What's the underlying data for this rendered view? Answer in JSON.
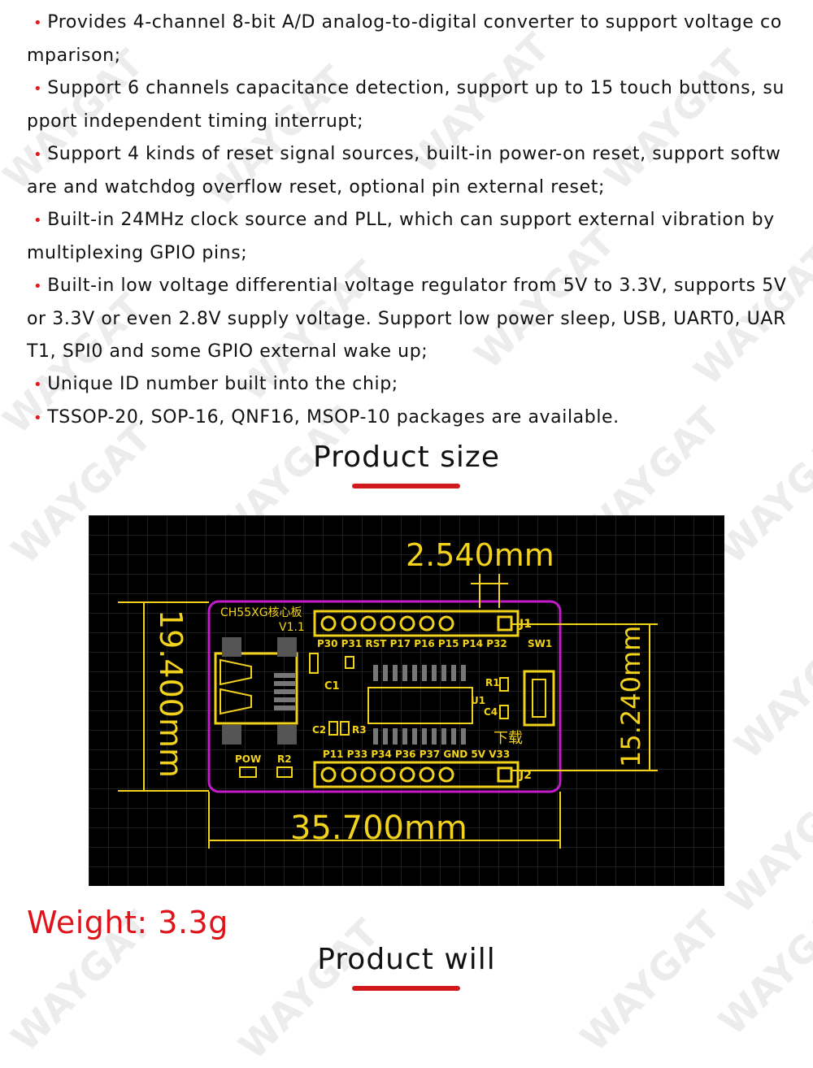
{
  "features": [
    "Provides 4-channel 8-bit A/D analog-to-digital converter to support voltage comparison;",
    "Support 6 channels capacitance detection, support up to 15 touch buttons, support independent timing interrupt;",
    "Support 4 kinds of reset signal sources, built-in power-on reset, support software and watchdog overflow reset, optional pin external reset;",
    "Built-in 24MHz clock source and PLL, which can support external vibration by multiplexing GPIO pins;",
    "Built-in low voltage differential voltage regulator from 5V to 3.3V, supports 5V or 3.3V or even 2.8V supply voltage. Support low power sleep, USB, UART0, UART1, SPI0 and some GPIO external wake up;",
    "Unique ID number built into the chip;",
    "TSSOP-20, SOP-16, QNF16, MSOP-10 packages are available."
  ],
  "sections": {
    "product_size": "Product size",
    "product_will": "Product will"
  },
  "weight": "Weight: 3.3g",
  "watermark": "WAYGAT",
  "board": {
    "name": "CH55XG核心板",
    "version": "V1.1",
    "dim_pitch": "2.540mm",
    "dim_height": "19.400mm",
    "dim_row": "15.240mm",
    "dim_width": "35.700mm",
    "j1_pins": "P30 P31 RST P17 P16 P15 P14 P32",
    "j2_pins": "P11 P33 P34 P36 P37 GND 5V V33",
    "j1": "J1",
    "j2": "J2",
    "sw1": "SW1",
    "c1": "C1",
    "c2": "C2",
    "c4": "C4",
    "r1": "R1",
    "r2": "R2",
    "r3": "R3",
    "u1": "U1",
    "pow": "POW",
    "download": "下载",
    "colors": {
      "silk": "#f2d21b",
      "outline": "#c21cc8",
      "background": "#000000"
    }
  }
}
